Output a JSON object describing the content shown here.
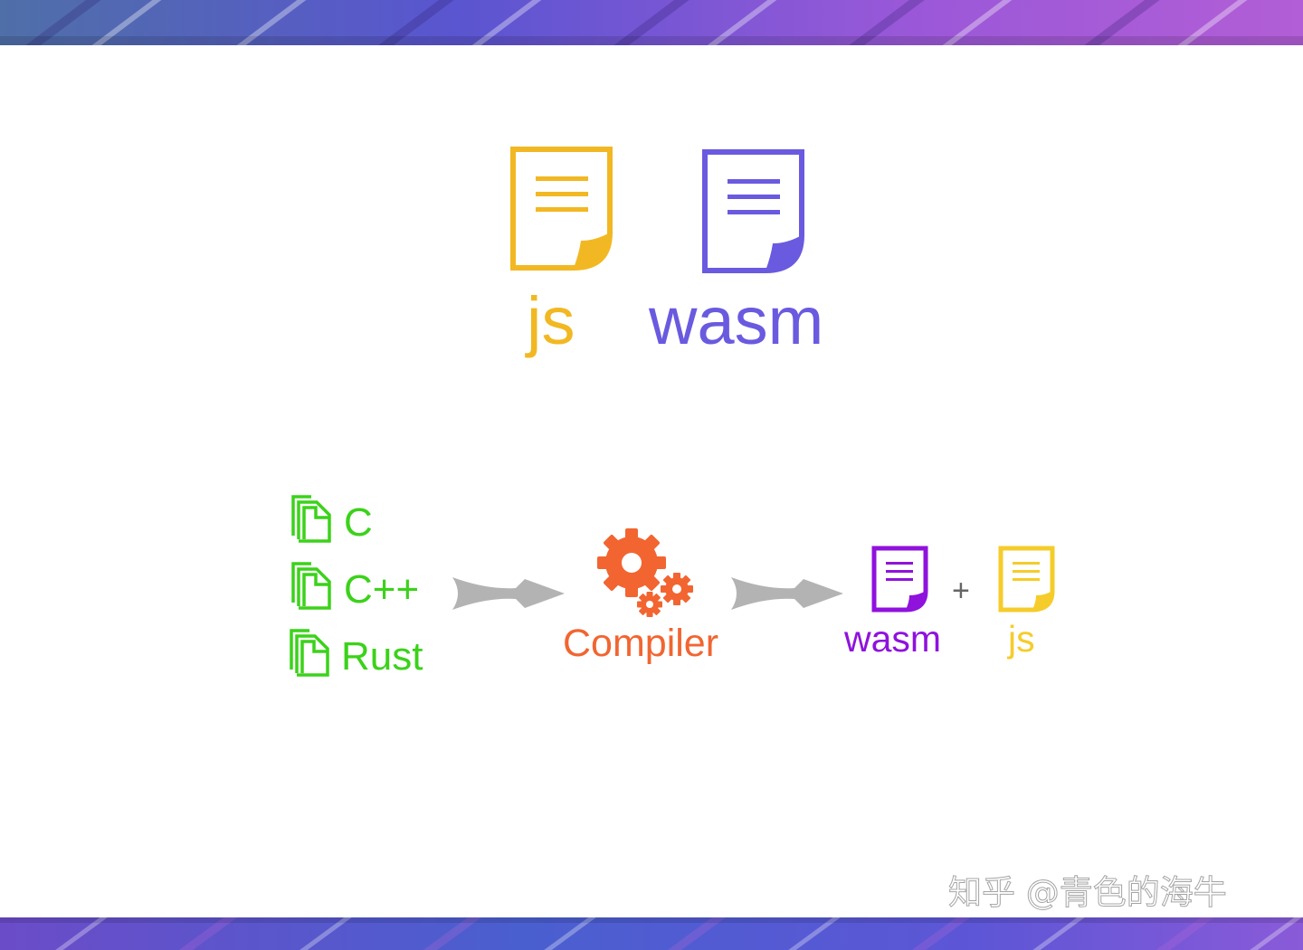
{
  "top": {
    "js_label": "js",
    "wasm_label": "wasm"
  },
  "pipeline": {
    "sources": [
      "C",
      "C++",
      "Rust"
    ],
    "compiler_label": "Compiler",
    "output_wasm_label": "wasm",
    "plus_label": "+",
    "output_js_label": "js"
  },
  "watermark": "知乎 @青色的海牛",
  "colors": {
    "js": "#F2B823",
    "wasm_top": "#6A5AE0",
    "wasm_output": "#8F12DD",
    "js_output": "#F5CC2A",
    "source": "#3BD21A",
    "compiler": "#F26531",
    "arrow": "#B3B3B3",
    "plus": "#666666"
  },
  "icons": {
    "top_js": "document-icon",
    "top_wasm": "document-icon",
    "sources": "files-icon",
    "compiler": "gears-icon",
    "arrows": "arrow-right-icon",
    "outputs": "document-icon"
  }
}
